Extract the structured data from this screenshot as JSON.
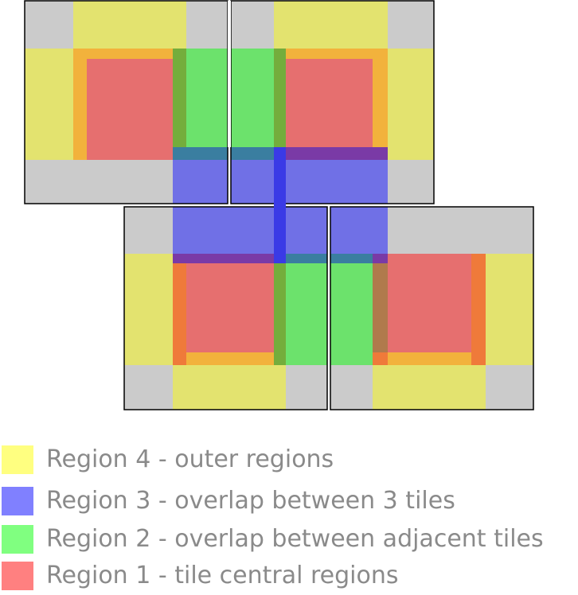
{
  "colors": {
    "tile_background": "#cbcbcb",
    "tile_border": "#000000",
    "region4": "#e3e36f",
    "region3": "#7070e6",
    "region2": "#6ce26c",
    "region1": "#e66f6f",
    "overlap_orange": "#f2b23c",
    "overlap_deep_orange": "#ef7a3a",
    "overlap_olive": "#74ad3c",
    "overlap_brown": "#b07a4c",
    "overlap_purple": "#7a3aa6",
    "overlap_teal": "#3a7ea0",
    "overlap_darkblue": "#3a3ae6",
    "legend_text": "#8a8a8a"
  },
  "legend": [
    {
      "label": "Region 4 - outer regions",
      "color": "#ffff80"
    },
    {
      "label": "Region 3 - overlap between 3 tiles",
      "color": "#8080ff"
    },
    {
      "label": "Region 2 - overlap between adjacent tiles",
      "color": "#80ff80"
    },
    {
      "label": "Region 1 - tile central regions",
      "color": "#ff8080"
    }
  ]
}
